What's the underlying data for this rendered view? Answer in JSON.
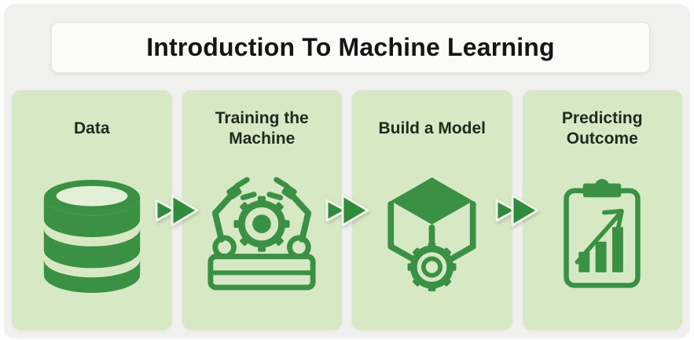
{
  "title": "Introduction To Machine Learning",
  "steps": [
    {
      "label": "Data",
      "icon": "database-icon"
    },
    {
      "label": "Training the Machine",
      "icon": "robot-machine-icon"
    },
    {
      "label": "Build a Model",
      "icon": "cube-gear-icon"
    },
    {
      "label": "Predicting Outcome",
      "icon": "clipboard-chart-icon"
    }
  ],
  "colors": {
    "panel_bg": "#f0f0ee",
    "card_bg": "#d6e8c4",
    "icon_green": "#3a9144",
    "arrow_green": "#2f8c3d",
    "arrow_outline": "#f1f4e9",
    "title_bg": "#fbfbfa",
    "title_text": "#151515",
    "label_text": "#1e2a1e",
    "db_opening": "#e2f0d7"
  }
}
